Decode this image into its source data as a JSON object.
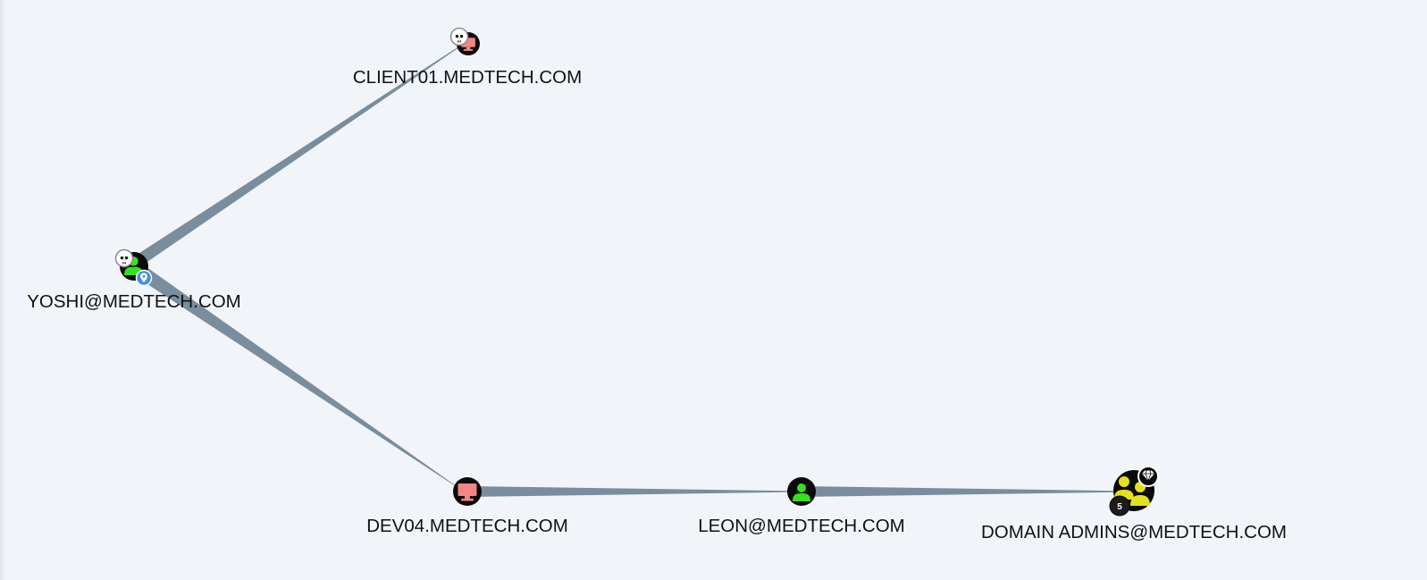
{
  "colors": {
    "background": "#f1f4f9",
    "edge": "#7a8d9d",
    "node_fill": "#0b0b0b",
    "user_icon": "#34e11f",
    "computer_icon": "#f28585",
    "group_icon": "#e3e021",
    "owned_badge": "#ffffff",
    "start_badge": "#3d8fe0",
    "label": "#111111"
  },
  "nodes": {
    "client01": {
      "label": "CLIENT01.MEDTECH.COM",
      "type": "computer",
      "badge": "skull-icon"
    },
    "yoshi": {
      "label": "YOSHI@MEDTECH.COM",
      "type": "user",
      "badges": [
        "skull-icon",
        "map-pin-icon"
      ]
    },
    "dev04": {
      "label": "DEV04.MEDTECH.COM",
      "type": "computer"
    },
    "leon": {
      "label": "LEON@MEDTECH.COM",
      "type": "user"
    },
    "domain_admins": {
      "label": "DOMAIN ADMINS@MEDTECH.COM",
      "type": "group",
      "badge": "diamond-icon",
      "member_count": "5"
    }
  },
  "edges": [
    {
      "from": "YOSHI@MEDTECH.COM",
      "to": "CLIENT01.MEDTECH.COM"
    },
    {
      "from": "YOSHI@MEDTECH.COM",
      "to": "DEV04.MEDTECH.COM"
    },
    {
      "from": "DEV04.MEDTECH.COM",
      "to": "LEON@MEDTECH.COM"
    },
    {
      "from": "LEON@MEDTECH.COM",
      "to": "DOMAIN ADMINS@MEDTECH.COM"
    }
  ]
}
